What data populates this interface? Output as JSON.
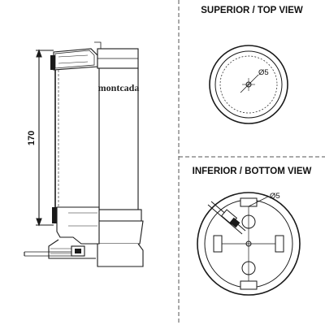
{
  "views": {
    "top_title": "SUPERIOR / TOP VIEW",
    "bottom_title": "INFERIOR / BOTTOM VIEW"
  },
  "side_view": {
    "brand": "montcada",
    "height_dimension": "170"
  },
  "top_view": {
    "hole_diameter": "Ø5"
  },
  "bottom_view": {
    "hole_diameter": "Ø5"
  },
  "colors": {
    "line": "#1a1a1a",
    "fill": "#ffffff",
    "dashed_frame": "#555555"
  }
}
